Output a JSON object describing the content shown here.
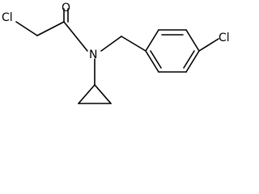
{
  "molecule": {
    "atoms": {
      "chlorine_left": "Cl",
      "oxygen": "O",
      "nitrogen": "N",
      "chlorine_right": "Cl"
    },
    "colors": {
      "ink": "#000000",
      "background": "#ffffff"
    }
  }
}
